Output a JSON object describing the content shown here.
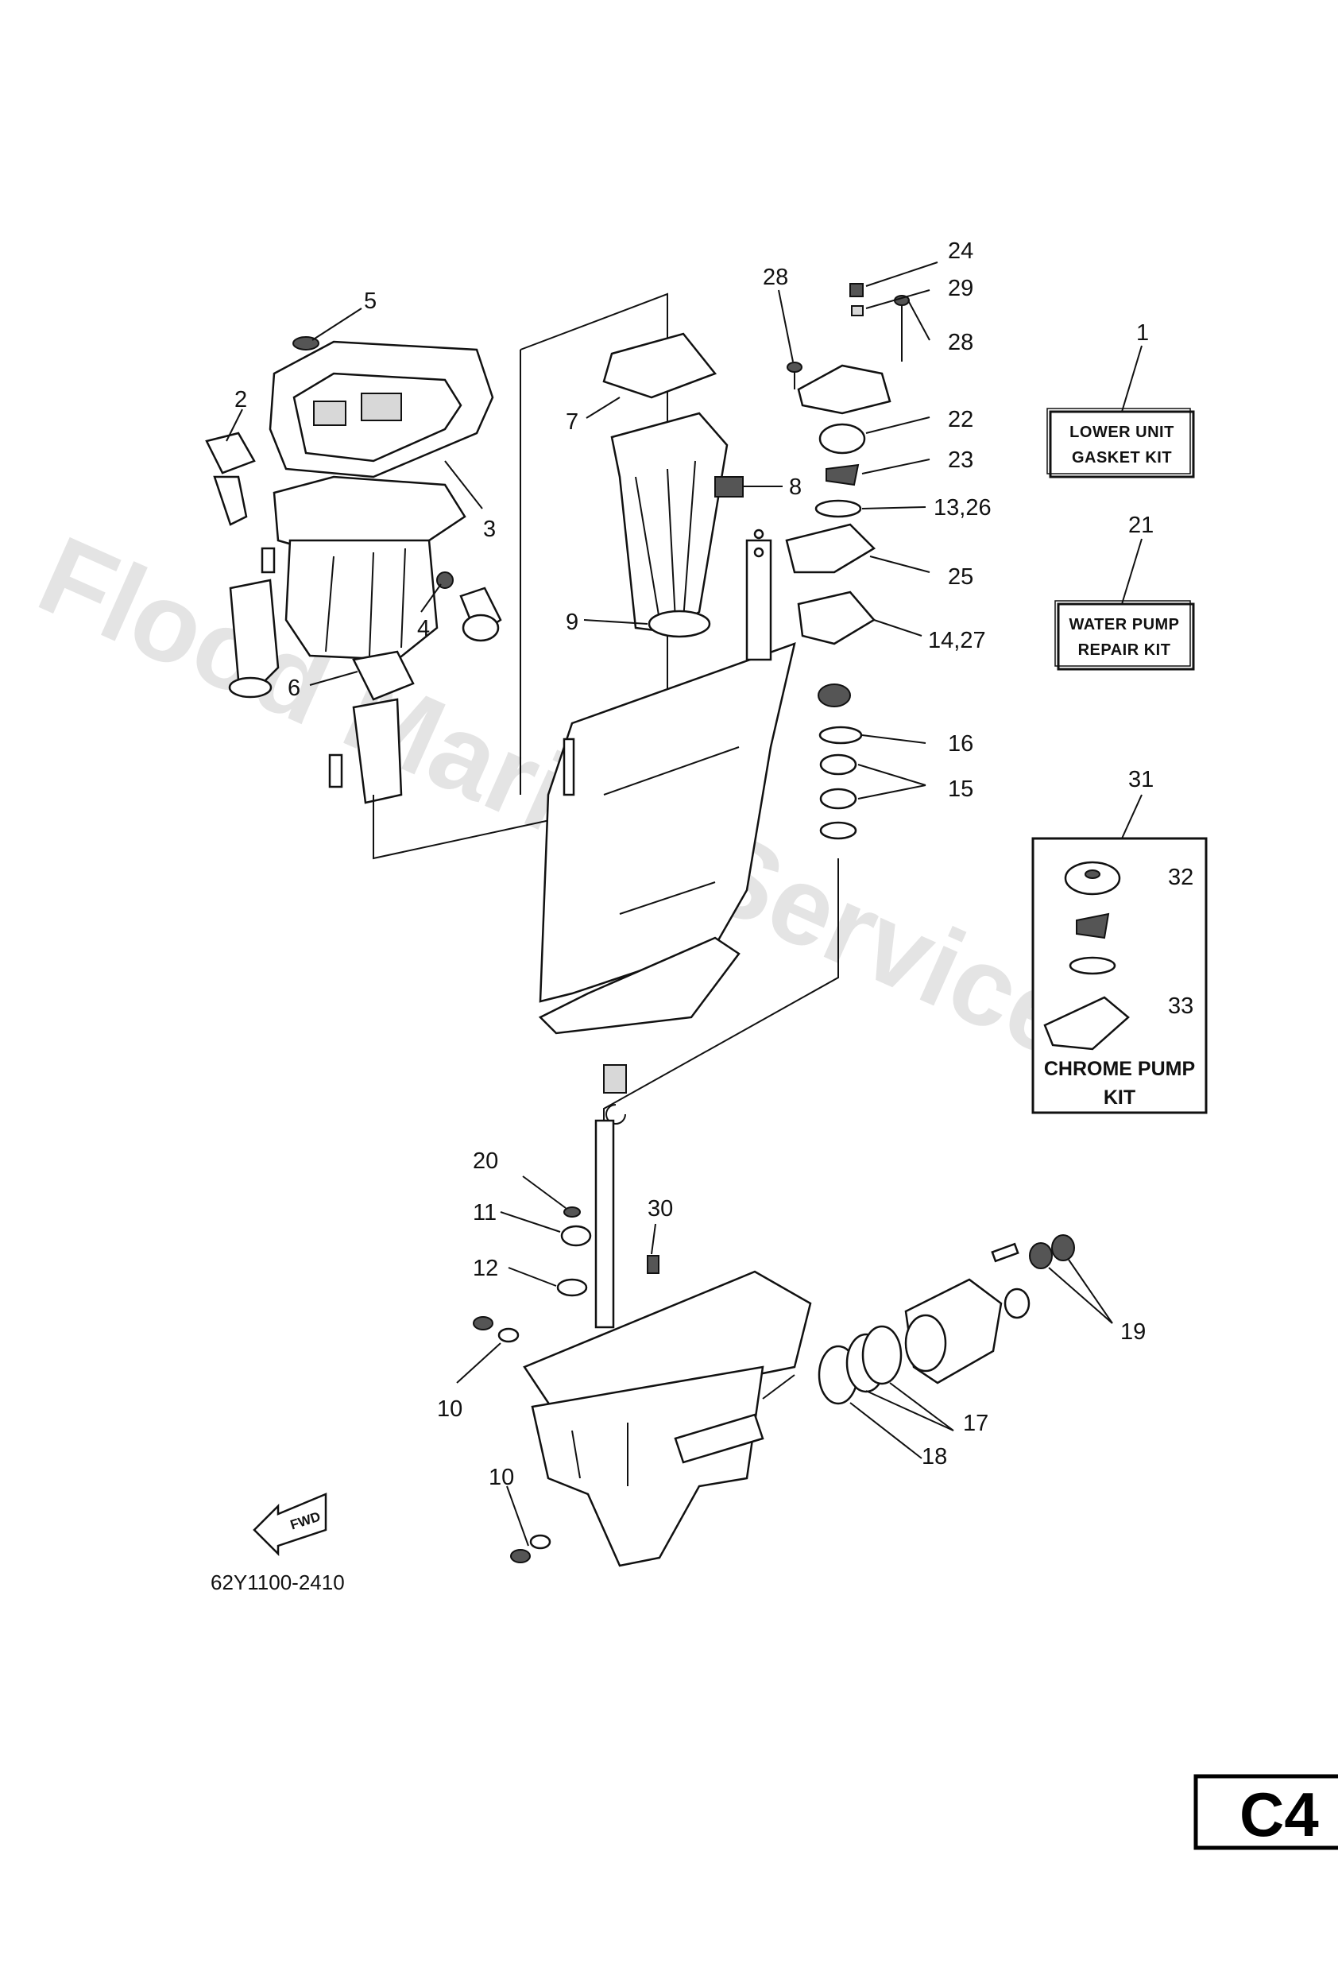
{
  "watermark": "Flood Marine Services",
  "drawing_number": "62Y1100-2410",
  "page_code": "C4",
  "fwd_label": "FWD",
  "kits": {
    "lower_unit_gasket_kit": {
      "number": "1",
      "line1": "LOWER UNIT",
      "line2": "GASKET KIT"
    },
    "water_pump_repair_kit": {
      "number": "21",
      "line1": "WATER PUMP",
      "line2": "REPAIR KIT"
    },
    "chrome_pump_kit": {
      "number": "31",
      "line1": "CHROME PUMP",
      "line2": "KIT",
      "parts": [
        "32",
        "33"
      ]
    }
  },
  "callouts": [
    "2",
    "3",
    "4",
    "5",
    "6",
    "7",
    "8",
    "9",
    "10",
    "10",
    "11",
    "12",
    "13,26",
    "14,27",
    "15",
    "16",
    "17",
    "18",
    "19",
    "20",
    "22",
    "23",
    "24",
    "25",
    "28",
    "28",
    "29",
    "30"
  ]
}
